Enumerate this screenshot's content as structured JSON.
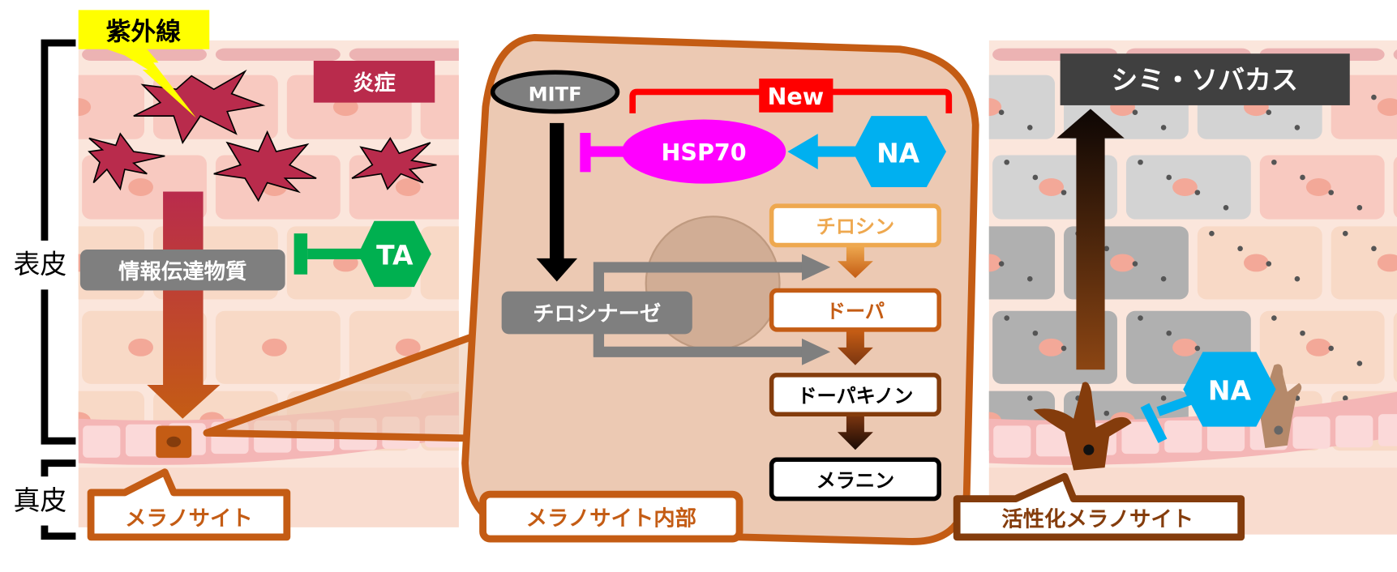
{
  "labels": {
    "epidermis": "表皮",
    "dermis": "真皮",
    "uv": "紫外線",
    "inflammation": "炎症",
    "messenger": "情報伝達物質",
    "ta": "TA",
    "melanocyte": "メラノサイト",
    "mitf": "MITF",
    "new": "New",
    "hsp70": "HSP70",
    "na_center": "NA",
    "tyrosinase": "チロシナーゼ",
    "tyrosine": "チロシン",
    "dopa": "ドーパ",
    "dopaquinone": "ドーパキノン",
    "melanin": "メラニン",
    "melanocyte_inside": "メラノサイト内部",
    "spots": "シミ・ソバカス",
    "na_right": "NA",
    "activated_melanocyte": "活性化メラノサイト"
  },
  "colors": {
    "inflammation": "#b92b4c",
    "uv": "#ffff00",
    "ta": "#00b050",
    "hsp70": "#ff00ff",
    "na": "#00b0f0",
    "new": "#ff0000",
    "callout": "#c45c14",
    "activated": "#843c0c",
    "spots_label": "#404040"
  }
}
